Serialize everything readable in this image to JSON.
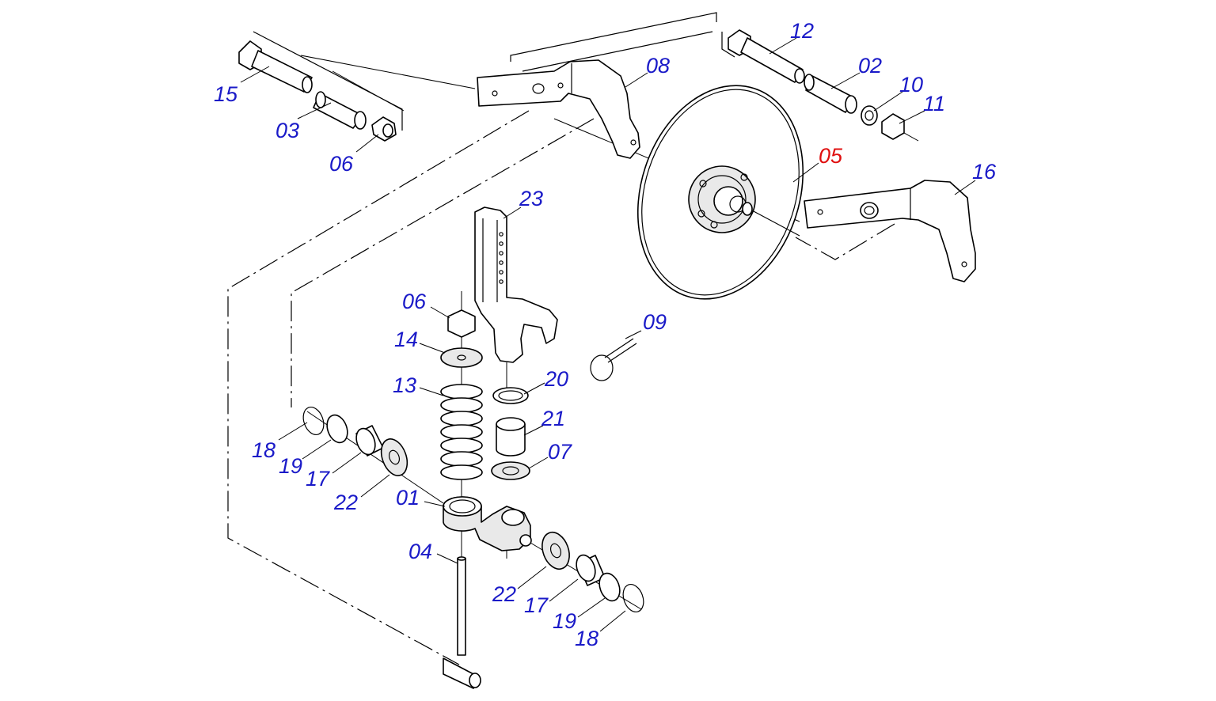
{
  "diagram": {
    "highlight_color": "#e01010",
    "label_color": "#1a1ac8",
    "callouts": [
      "15",
      "03",
      "06",
      "12",
      "02",
      "10",
      "11",
      "08",
      "05",
      "16",
      "23",
      "06",
      "14",
      "13",
      "20",
      "21",
      "07",
      "09",
      "18",
      "19",
      "17",
      "22",
      "01",
      "04",
      "22",
      "17",
      "19",
      "18"
    ],
    "highlighted_callout": "05"
  }
}
